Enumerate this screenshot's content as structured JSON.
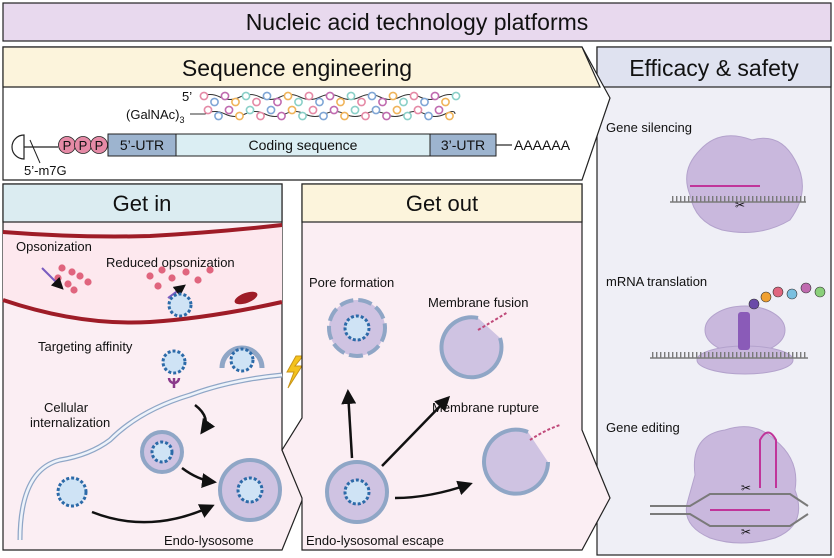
{
  "title": "Nucleic acid technology platforms",
  "sections": {
    "sequence": {
      "heading": "Sequence engineering",
      "strand5": "5’",
      "galnac": "(GalNAc)",
      "galnac_sub": "3",
      "triphosphate": [
        "P",
        "P",
        "P"
      ],
      "cap": "5’-m7G",
      "utr5": "5’-UTR",
      "coding": "Coding sequence",
      "utr3": "3’-UTR",
      "polya": "AAAAAA"
    },
    "efficacy": {
      "heading": "Efficacy & safety",
      "gene_silencing": "Gene silencing",
      "mrna_translation": "mRNA translation",
      "gene_editing": "Gene editing"
    },
    "get_in": {
      "heading": "Get in",
      "opsonization": "Opsonization",
      "reduced": "Reduced opsonization",
      "targeting": "Targeting affinity",
      "cellular1": "Cellular",
      "cellular2": "internalization",
      "endo": "Endo-lysosome"
    },
    "get_out": {
      "heading": "Get out",
      "pore": "Pore formation",
      "fusion": "Membrane fusion",
      "rupture": "Membrane rupture",
      "escape": "Endo-lysosomal escape"
    }
  },
  "colors": {
    "title_bg": "#e8d9ee",
    "seq_header_bg": "#fcf4dc",
    "efficacy_bg": "#dfe2f0",
    "getin_header_bg": "#dbecf1",
    "getout_header_bg": "#fcf4dc",
    "cell_bg": "#fbeef3",
    "utr": "#9db4cf",
    "coding": "#dbeef3",
    "phosphate": "#e58aa6",
    "ribosome": "#c9b8dd",
    "vesicle": "#cfc3e2",
    "blood": "#9e1c27"
  }
}
